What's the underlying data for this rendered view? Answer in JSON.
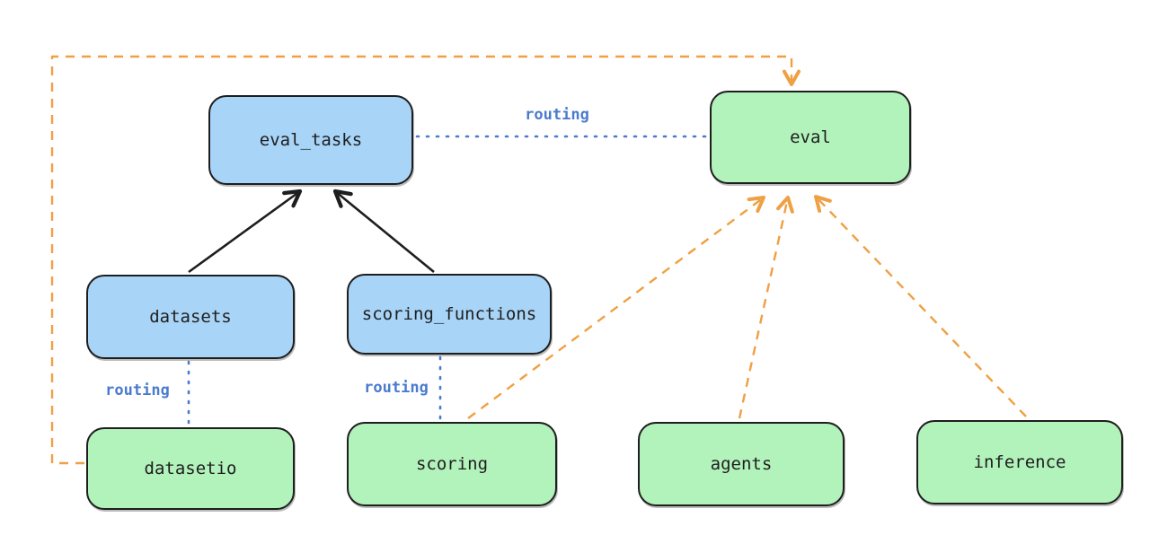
{
  "diagram": {
    "background": "#ffffff",
    "colors": {
      "node_blue_fill": "#a8d4f7",
      "node_green_fill": "#b2f2bb",
      "node_border": "#1e1e1e",
      "edge_black": "#1e1e1e",
      "edge_blue": "#4a7bce",
      "edge_orange": "#efa043"
    },
    "nodes": [
      {
        "id": "eval_tasks",
        "label": "eval_tasks",
        "color": "blue"
      },
      {
        "id": "eval",
        "label": "eval",
        "color": "green"
      },
      {
        "id": "datasets",
        "label": "datasets",
        "color": "blue"
      },
      {
        "id": "scoring_functions",
        "label": "scoring_functions",
        "color": "blue"
      },
      {
        "id": "datasetio",
        "label": "datasetio",
        "color": "green"
      },
      {
        "id": "scoring",
        "label": "scoring",
        "color": "green"
      },
      {
        "id": "agents",
        "label": "agents",
        "color": "green"
      },
      {
        "id": "inference",
        "label": "inference",
        "color": "green"
      }
    ],
    "edges": [
      {
        "from": "datasets",
        "to": "eval_tasks",
        "style": "solid",
        "color": "#1e1e1e",
        "label": ""
      },
      {
        "from": "scoring_functions",
        "to": "eval_tasks",
        "style": "solid",
        "color": "#1e1e1e",
        "label": ""
      },
      {
        "from": "eval_tasks",
        "to": "eval",
        "style": "dotted",
        "color": "#4a7bce",
        "label": "routing"
      },
      {
        "from": "datasets",
        "to": "datasetio",
        "style": "dotted",
        "color": "#4a7bce",
        "label": "routing"
      },
      {
        "from": "scoring_functions",
        "to": "scoring",
        "style": "dotted",
        "color": "#4a7bce",
        "label": "routing"
      },
      {
        "from": "scoring",
        "to": "eval",
        "style": "dashed",
        "color": "#efa043",
        "label": ""
      },
      {
        "from": "agents",
        "to": "eval",
        "style": "dashed",
        "color": "#efa043",
        "label": ""
      },
      {
        "from": "inference",
        "to": "eval",
        "style": "dashed",
        "color": "#efa043",
        "label": ""
      },
      {
        "from": "datasetio",
        "to": "eval",
        "style": "dashed",
        "color": "#efa043",
        "label": ""
      }
    ]
  }
}
